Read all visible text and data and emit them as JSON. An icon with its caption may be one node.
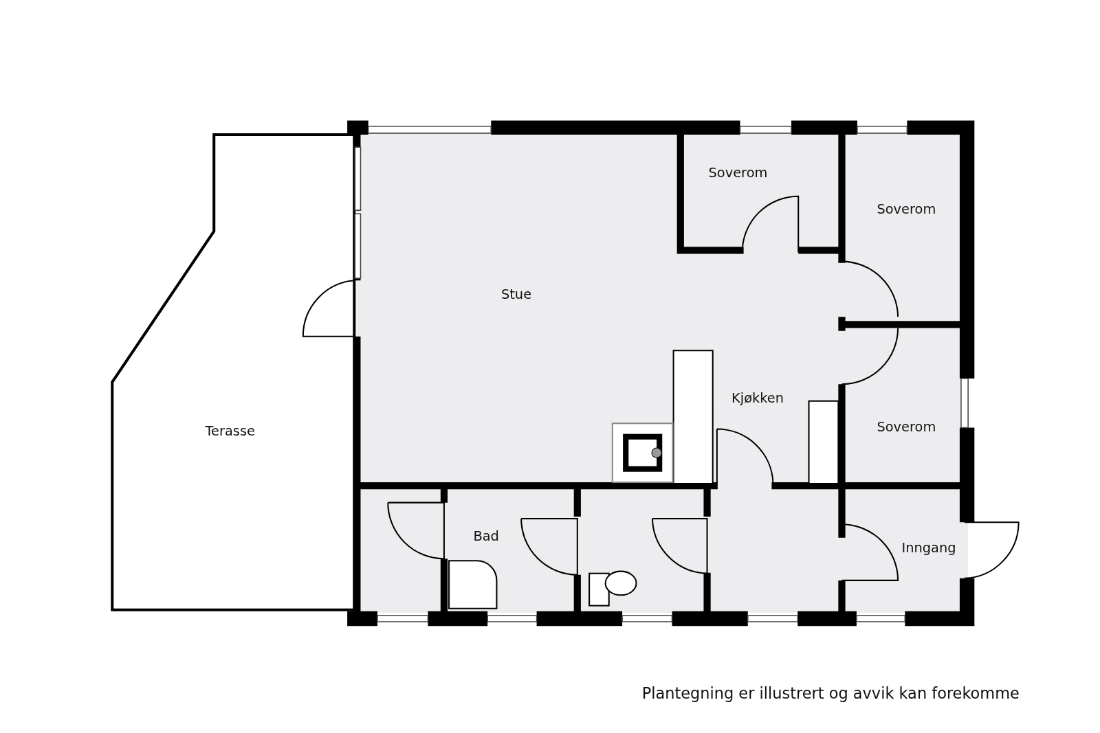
{
  "diagram": {
    "caption": "Plantegning er illustrert og avvik kan forekomme",
    "nodes": [
      {
        "text": [
          "Soverom"
        ]
      },
      {
        "text": [
          "Soverom"
        ]
      },
      {
        "text": [
          "Stue"
        ]
      },
      {
        "text": [
          "Kjøkken"
        ]
      },
      {
        "text": [
          "Soverom"
        ]
      },
      {
        "text": [
          "Terasse"
        ]
      },
      {
        "text": [
          "Bad"
        ]
      },
      {
        "text": [
          "Inngang"
        ]
      }
    ]
  }
}
